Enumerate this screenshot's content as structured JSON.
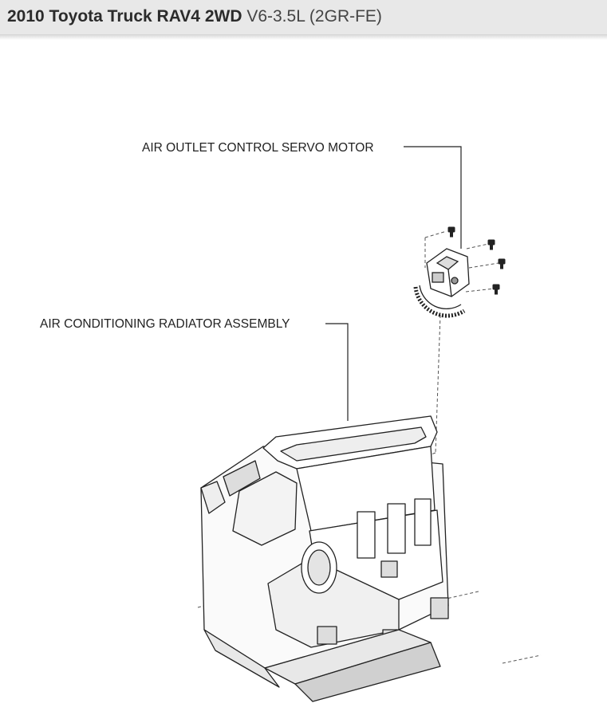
{
  "header": {
    "vehicle": "2010 Toyota Truck RAV4 2WD",
    "engine": "V6-3.5L (2GR-FE)"
  },
  "diagram": {
    "labels": {
      "servo_motor": "AIR OUTLET CONTROL SERVO MOTOR",
      "radiator_assembly": "AIR CONDITIONING RADIATOR ASSEMBLY"
    }
  }
}
